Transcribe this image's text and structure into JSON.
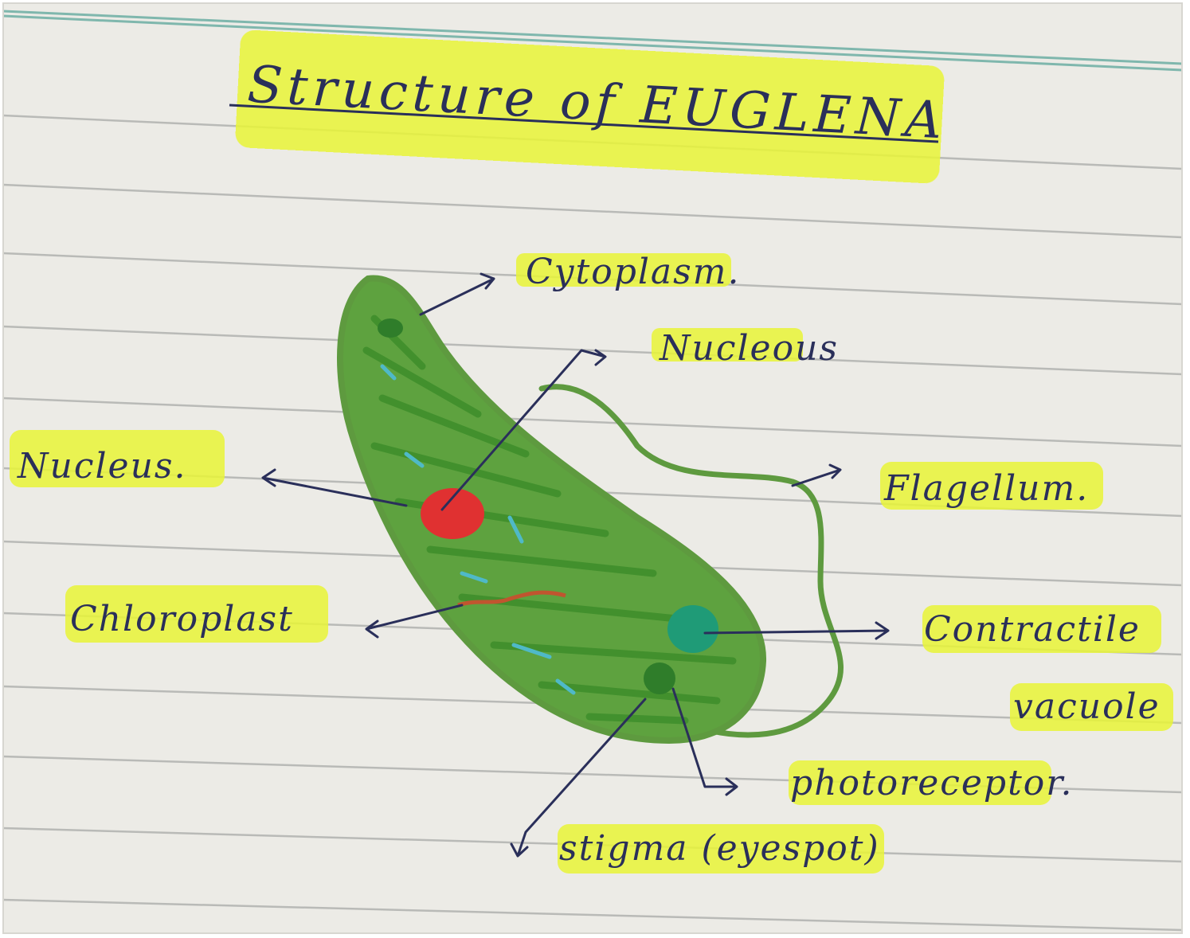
{
  "title": "Structure of EUGLENA",
  "labels": {
    "cytoplasm": "Cytoplasm.",
    "nucleous": "Nucleous",
    "nucleus": "Nucleus.",
    "flagellum": "Flagellum.",
    "chloroplast": "Chloroplast",
    "contractile_line1": "Contractile",
    "contractile_line2": "vacuole",
    "photoreceptor": "photoreceptor.",
    "stigma": "stigma (eyespot)"
  },
  "colors": {
    "paper": "#ecebe6",
    "ruled_line": "#b9bab7",
    "margin_line": "#7fb7ad",
    "highlighter": "#e9f537",
    "ink": "#2a2f5a",
    "body_green": "#4a9a34",
    "outline_green": "#5e9a3f",
    "nucleus_red": "#e03131",
    "vacuole_teal": "#1f9b77",
    "photoreceptor_green": "#2f7d2a"
  }
}
